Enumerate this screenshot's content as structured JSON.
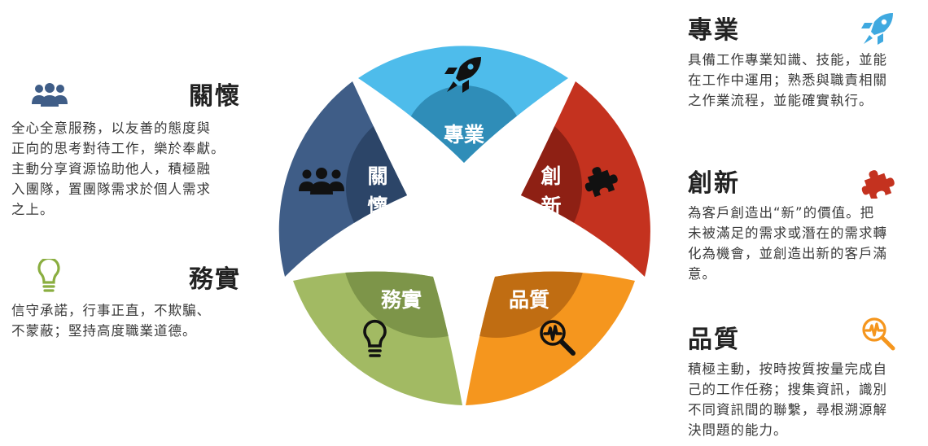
{
  "colors": {
    "professional": "#4EBCEB",
    "professional_inner": "#2F8DB8",
    "innovation": "#C4321F",
    "innovation_inner": "#8E2014",
    "quality": "#F5961E",
    "quality_inner": "#C06D12",
    "practical": "#A2BA63",
    "practical_inner": "#7D9549",
    "care": "#3F5D87",
    "care_inner": "#2C4568",
    "title_text": "#222222",
    "body_text": "#3a3a3a"
  },
  "wheel": {
    "professional": "專業",
    "innovation": [
      "創",
      "新"
    ],
    "quality": "品質",
    "practical": "務實",
    "care": [
      "關",
      "懷"
    ]
  },
  "values": {
    "care": {
      "title": "關懷",
      "icon": "team-icon",
      "lines": [
        "全心全意服務，以友善的態度與",
        "正向的思考對待工作，樂於奉獻。",
        "主動分享資源協助他人，積極融",
        "入團隊，置團隊需求於個人需求",
        "之上。"
      ]
    },
    "practical": {
      "title": "務實",
      "icon": "lightbulb-icon",
      "lines": [
        "信守承諾，行事正直，不欺騙、",
        "不蒙蔽；堅持高度職業道德。"
      ]
    },
    "professional": {
      "title": "專業",
      "icon": "rocket-icon",
      "lines": [
        "具備工作專業知識、技能，並能",
        "在工作中運用；熟悉與職責相關",
        "之作業流程，並能確實執行。"
      ]
    },
    "innovation": {
      "title": "創新",
      "icon": "puzzle-icon",
      "lines": [
        "為客戶創造出“新”的價值。把",
        "未被滿足的需求或潛在的需求轉",
        "化為機會，並創造出新的客戶滿",
        "意。"
      ]
    },
    "quality": {
      "title": "品質",
      "icon": "magnifier-icon",
      "lines": [
        "積極主動，按時按質按量完成自",
        "己的工作任務；搜集資訊，識別",
        "不同資訊間的聯繫，尋根溯源解",
        "決問題的能力。"
      ]
    }
  }
}
